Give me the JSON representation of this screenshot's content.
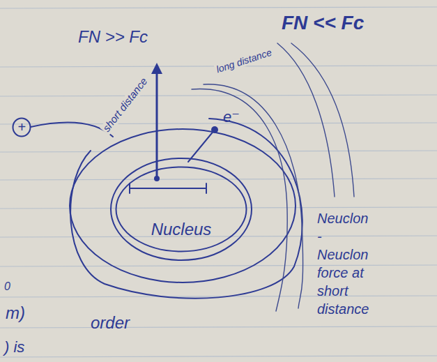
{
  "diagram": {
    "nodes": [
      {
        "text": [
          "+"
        ]
      },
      {
        "text": [
          "Nucleus"
        ]
      }
    ],
    "labels": [
      "FN >> Fc",
      "FN << Fc",
      "short distance",
      "long distance",
      "e⁻",
      "Neuclon - Neuclon force at short distance",
      "0",
      "m)",
      "order",
      ") is"
    ]
  }
}
